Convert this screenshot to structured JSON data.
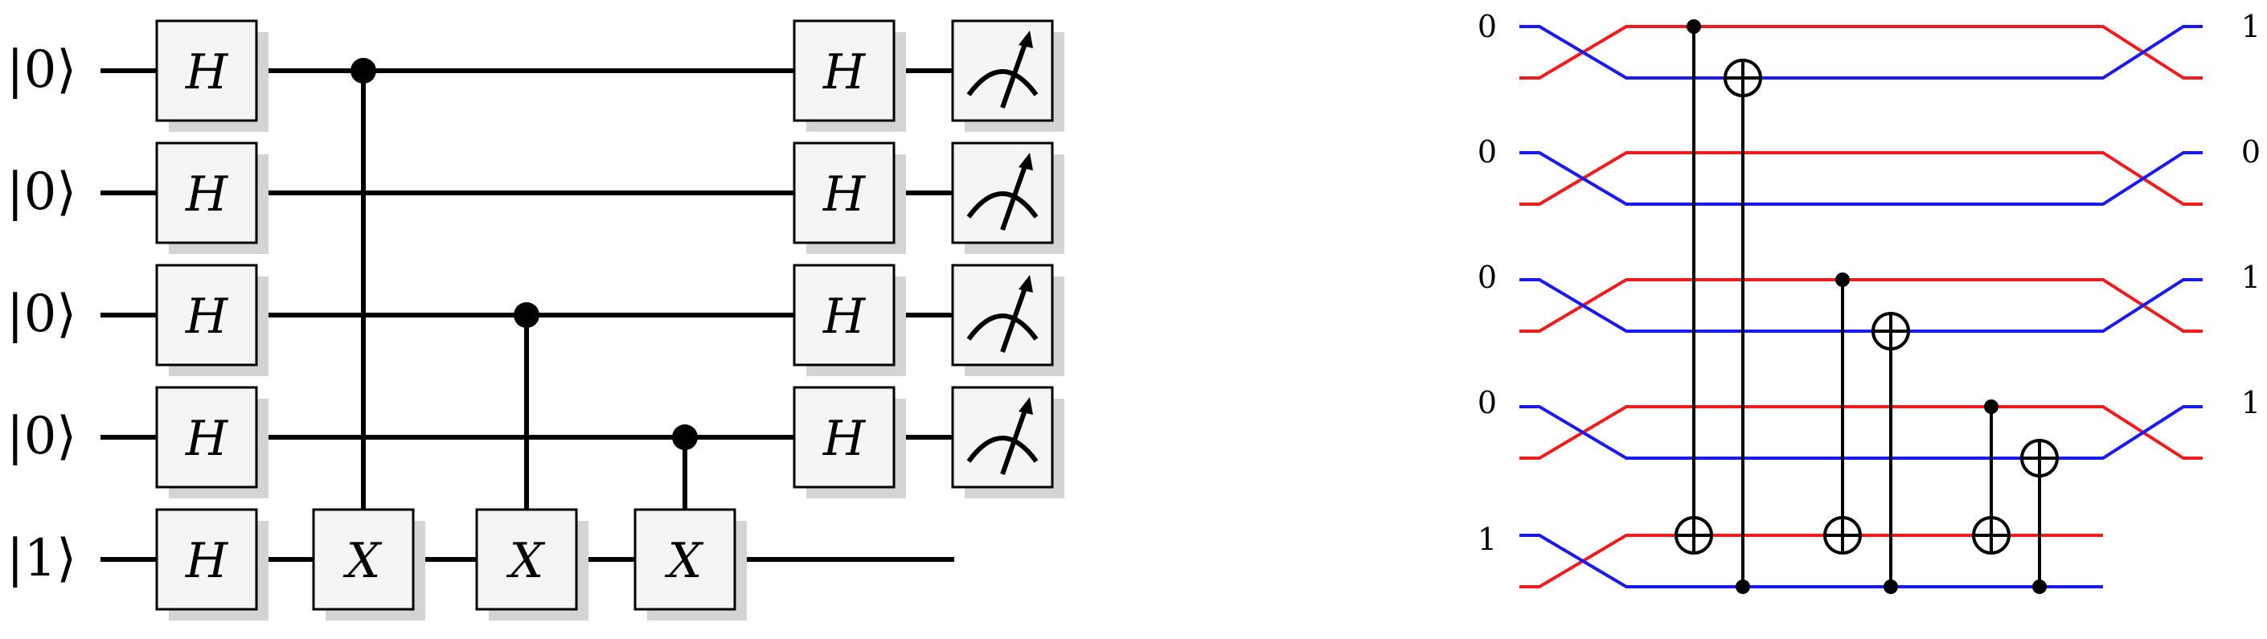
{
  "circuit": {
    "input_kets": [
      "|0⟩",
      "|0⟩",
      "|0⟩",
      "|0⟩",
      "|1⟩"
    ],
    "hadamard_label": "H",
    "x_label": "X",
    "controlled_x_targets": [
      {
        "control_qubit": 1,
        "target_qubit": 5
      },
      {
        "control_qubit": 3,
        "target_qubit": 5
      },
      {
        "control_qubit": 4,
        "target_qubit": 5
      }
    ],
    "measured_qubits": [
      1,
      2,
      3,
      4
    ]
  },
  "photonic": {
    "input_labels": [
      "0",
      "0",
      "0",
      "0",
      "1"
    ],
    "output_labels": [
      "1",
      "0",
      "1",
      "1"
    ],
    "red_color": "#ee1c1c",
    "blue_color": "#1a1aee"
  }
}
